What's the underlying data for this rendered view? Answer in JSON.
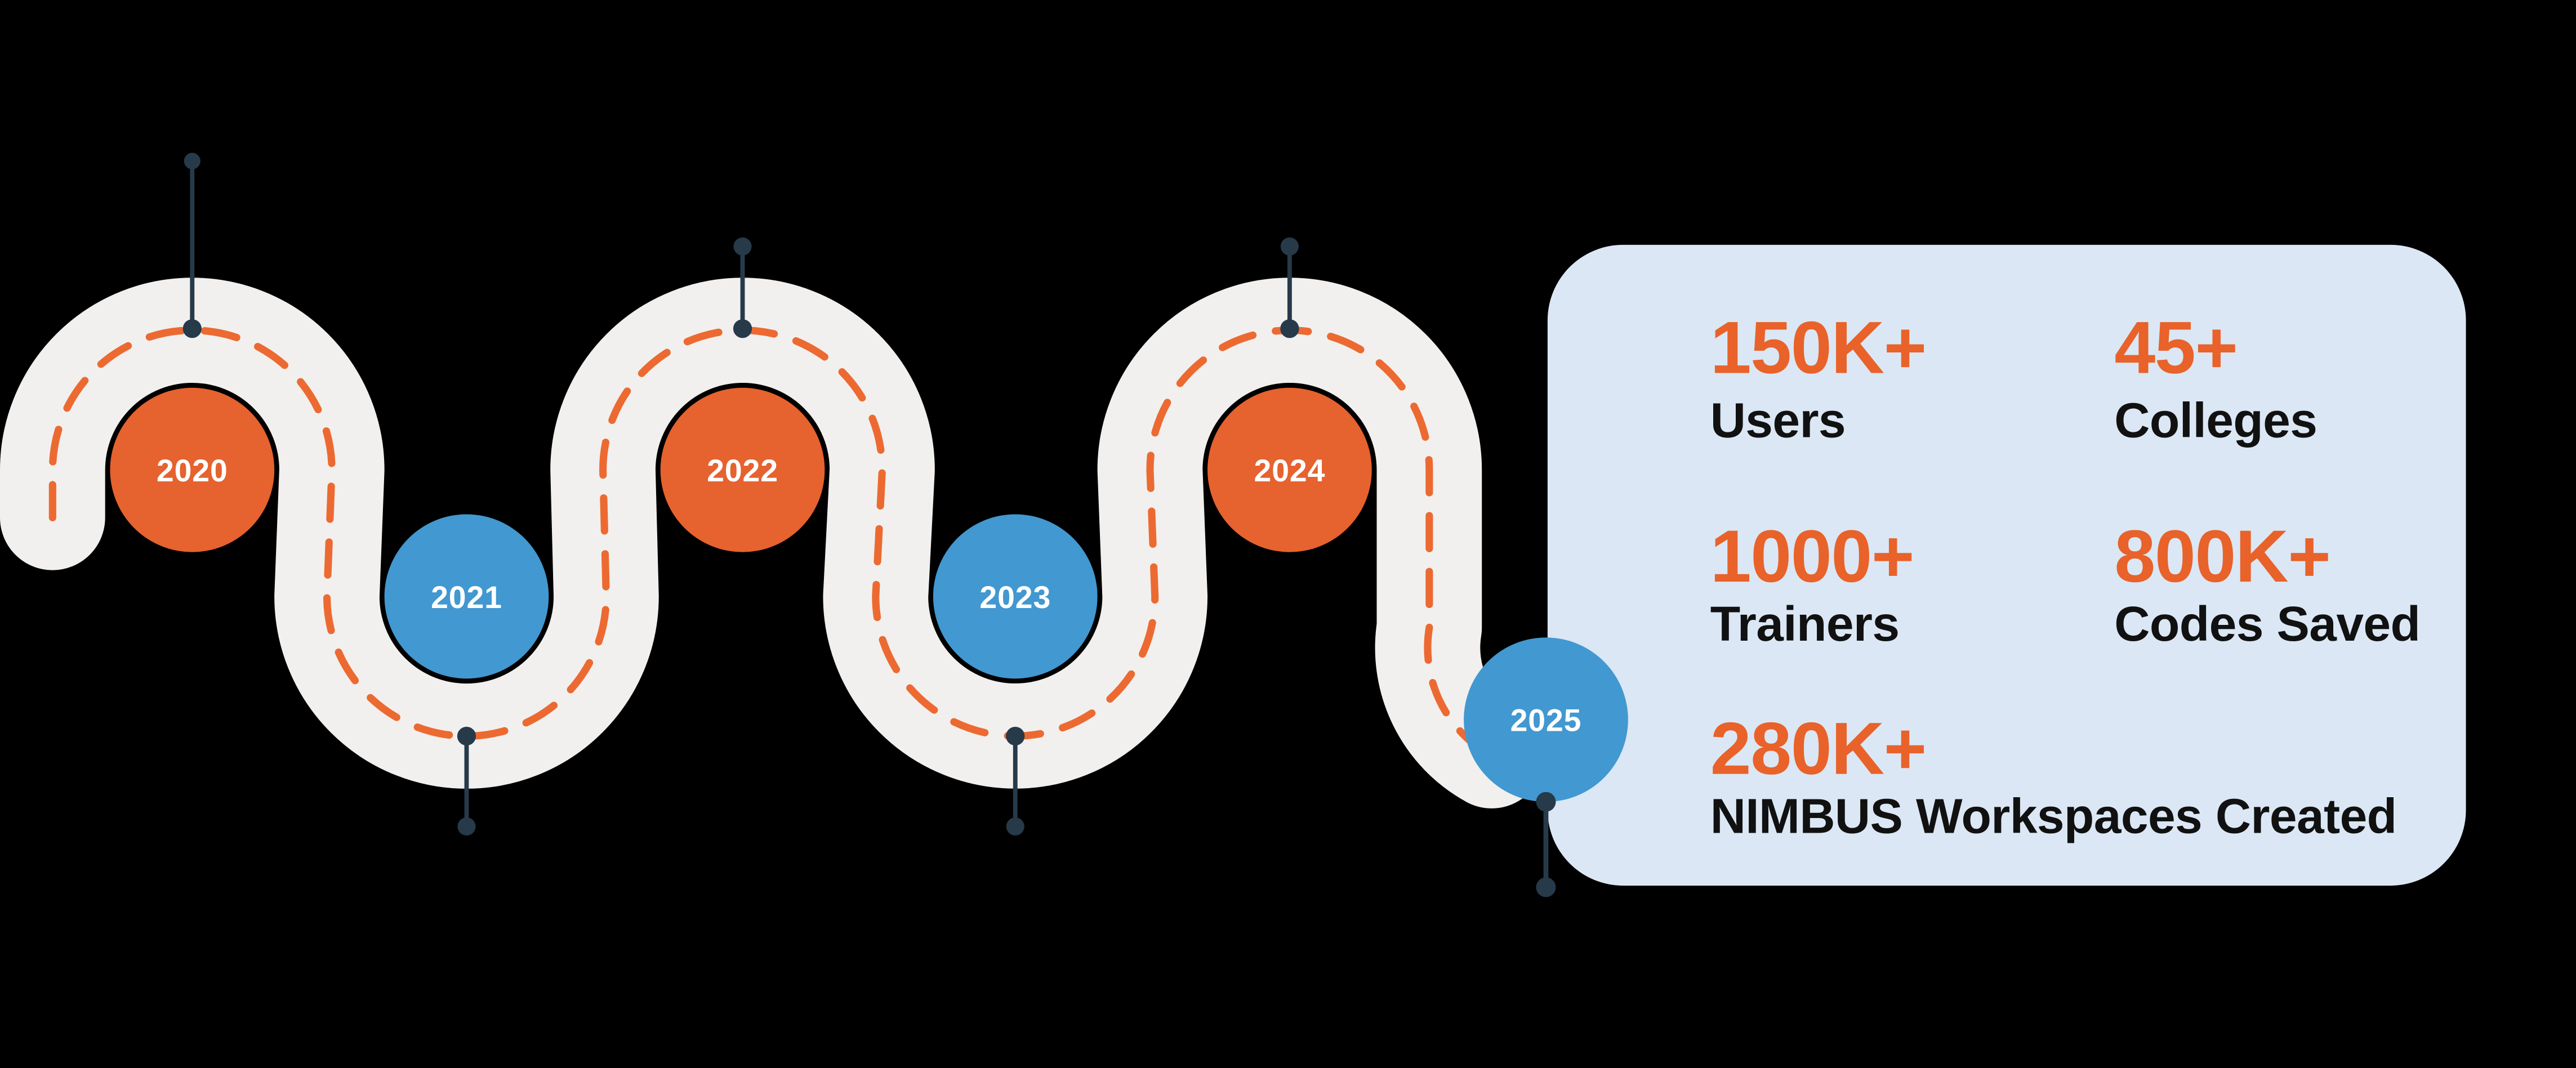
{
  "background_color": "#000000",
  "timeline": {
    "road_color": "#F1F0EE",
    "dash_color": "#EC6A31",
    "marker_color": "#263A4A",
    "year_text_color": "#FFFFFF",
    "years": [
      {
        "label": "2020",
        "color": "#E6622E"
      },
      {
        "label": "2021",
        "color": "#4298D0"
      },
      {
        "label": "2022",
        "color": "#E6622E"
      },
      {
        "label": "2023",
        "color": "#4298D0"
      },
      {
        "label": "2024",
        "color": "#E6622E"
      },
      {
        "label": "2025",
        "color": "#4298D0"
      }
    ]
  },
  "stats_panel": {
    "bg_color": "#DBE7F4",
    "value_color": "#E8622A",
    "label_color": "#111111",
    "stats": [
      {
        "value": "150K+",
        "label": "Users"
      },
      {
        "value": "45+",
        "label": "Colleges"
      },
      {
        "value": "1000+",
        "label": "Trainers"
      },
      {
        "value": "800K+",
        "label": "Codes Saved"
      },
      {
        "value": "280K+",
        "label": "NIMBUS Workspaces Created"
      }
    ]
  }
}
